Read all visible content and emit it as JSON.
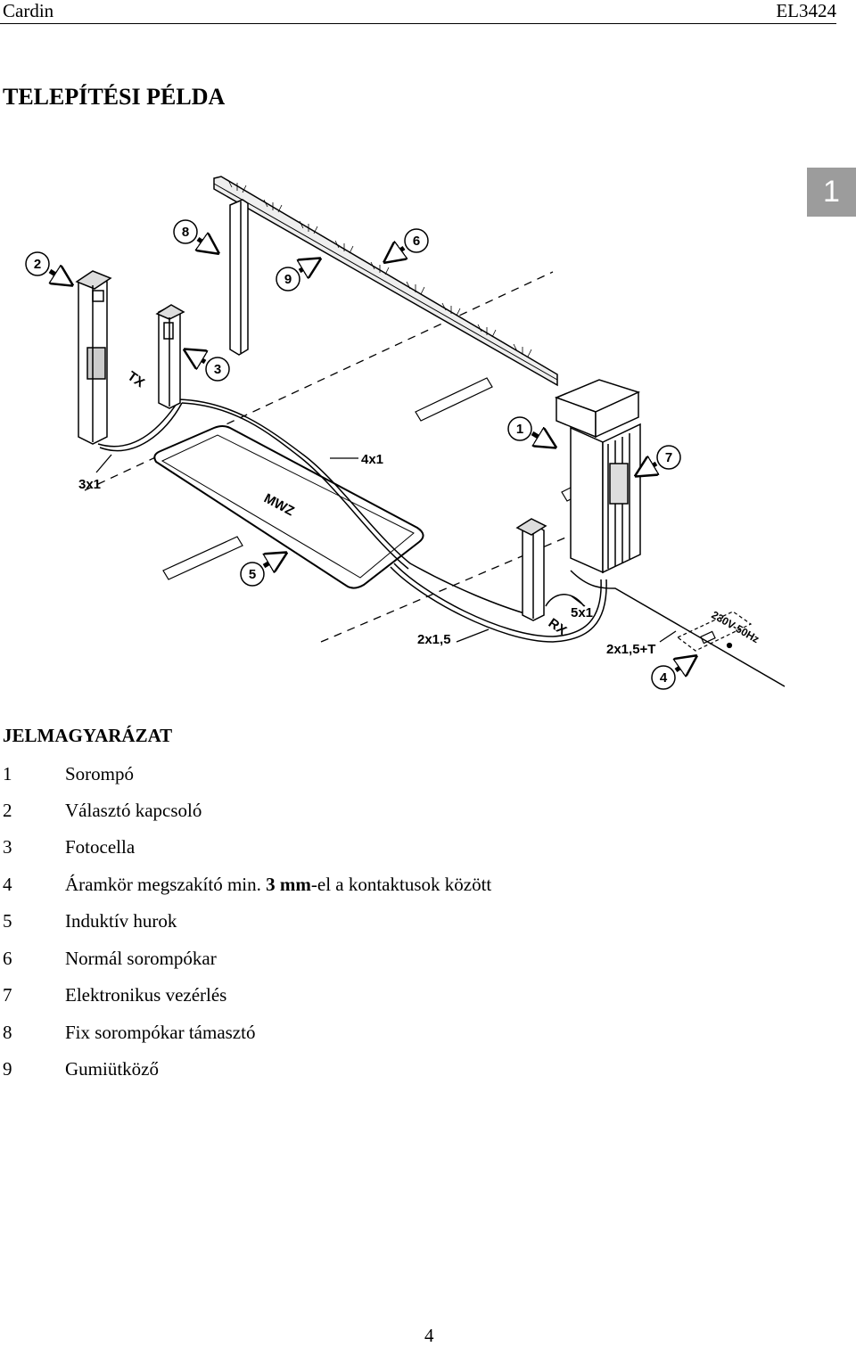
{
  "header": {
    "left": "Cardin",
    "right": "EL3424"
  },
  "title": "TELEPÍTÉSI PÉLDA",
  "side_tab": "1",
  "figure": {
    "tags": {
      "tx": "TX",
      "rx": "RX",
      "loop": "MWZ"
    },
    "cables": {
      "c3x1": "3x1",
      "c4x1": "4x1",
      "c5x1": "5x1",
      "c2x15": "2x1,5",
      "c2x15t": "2x1,5+T",
      "power": "230V-50Hz"
    },
    "callouts": [
      "1",
      "2",
      "3",
      "4",
      "5",
      "6",
      "7",
      "8",
      "9"
    ]
  },
  "legend": {
    "title": "JELMAGYARÁZAT",
    "items": [
      {
        "num": "1",
        "text": "Sorompó"
      },
      {
        "num": "2",
        "text": "Választó kapcsoló"
      },
      {
        "num": "3",
        "text": "Fotocella"
      },
      {
        "num": "4",
        "text_a": "Áramkör megszakító min. ",
        "text_b": "3 mm",
        "text_c": "-el a kontaktusok között"
      },
      {
        "num": "5",
        "text": "Induktív hurok"
      },
      {
        "num": "6",
        "text": "Normál sorompókar"
      },
      {
        "num": "7",
        "text": "Elektronikus vezérlés"
      },
      {
        "num": "8",
        "text": "Fix sorompókar támasztó"
      },
      {
        "num": "9",
        "text": "Gumiütköző"
      }
    ]
  },
  "page_number": "4"
}
